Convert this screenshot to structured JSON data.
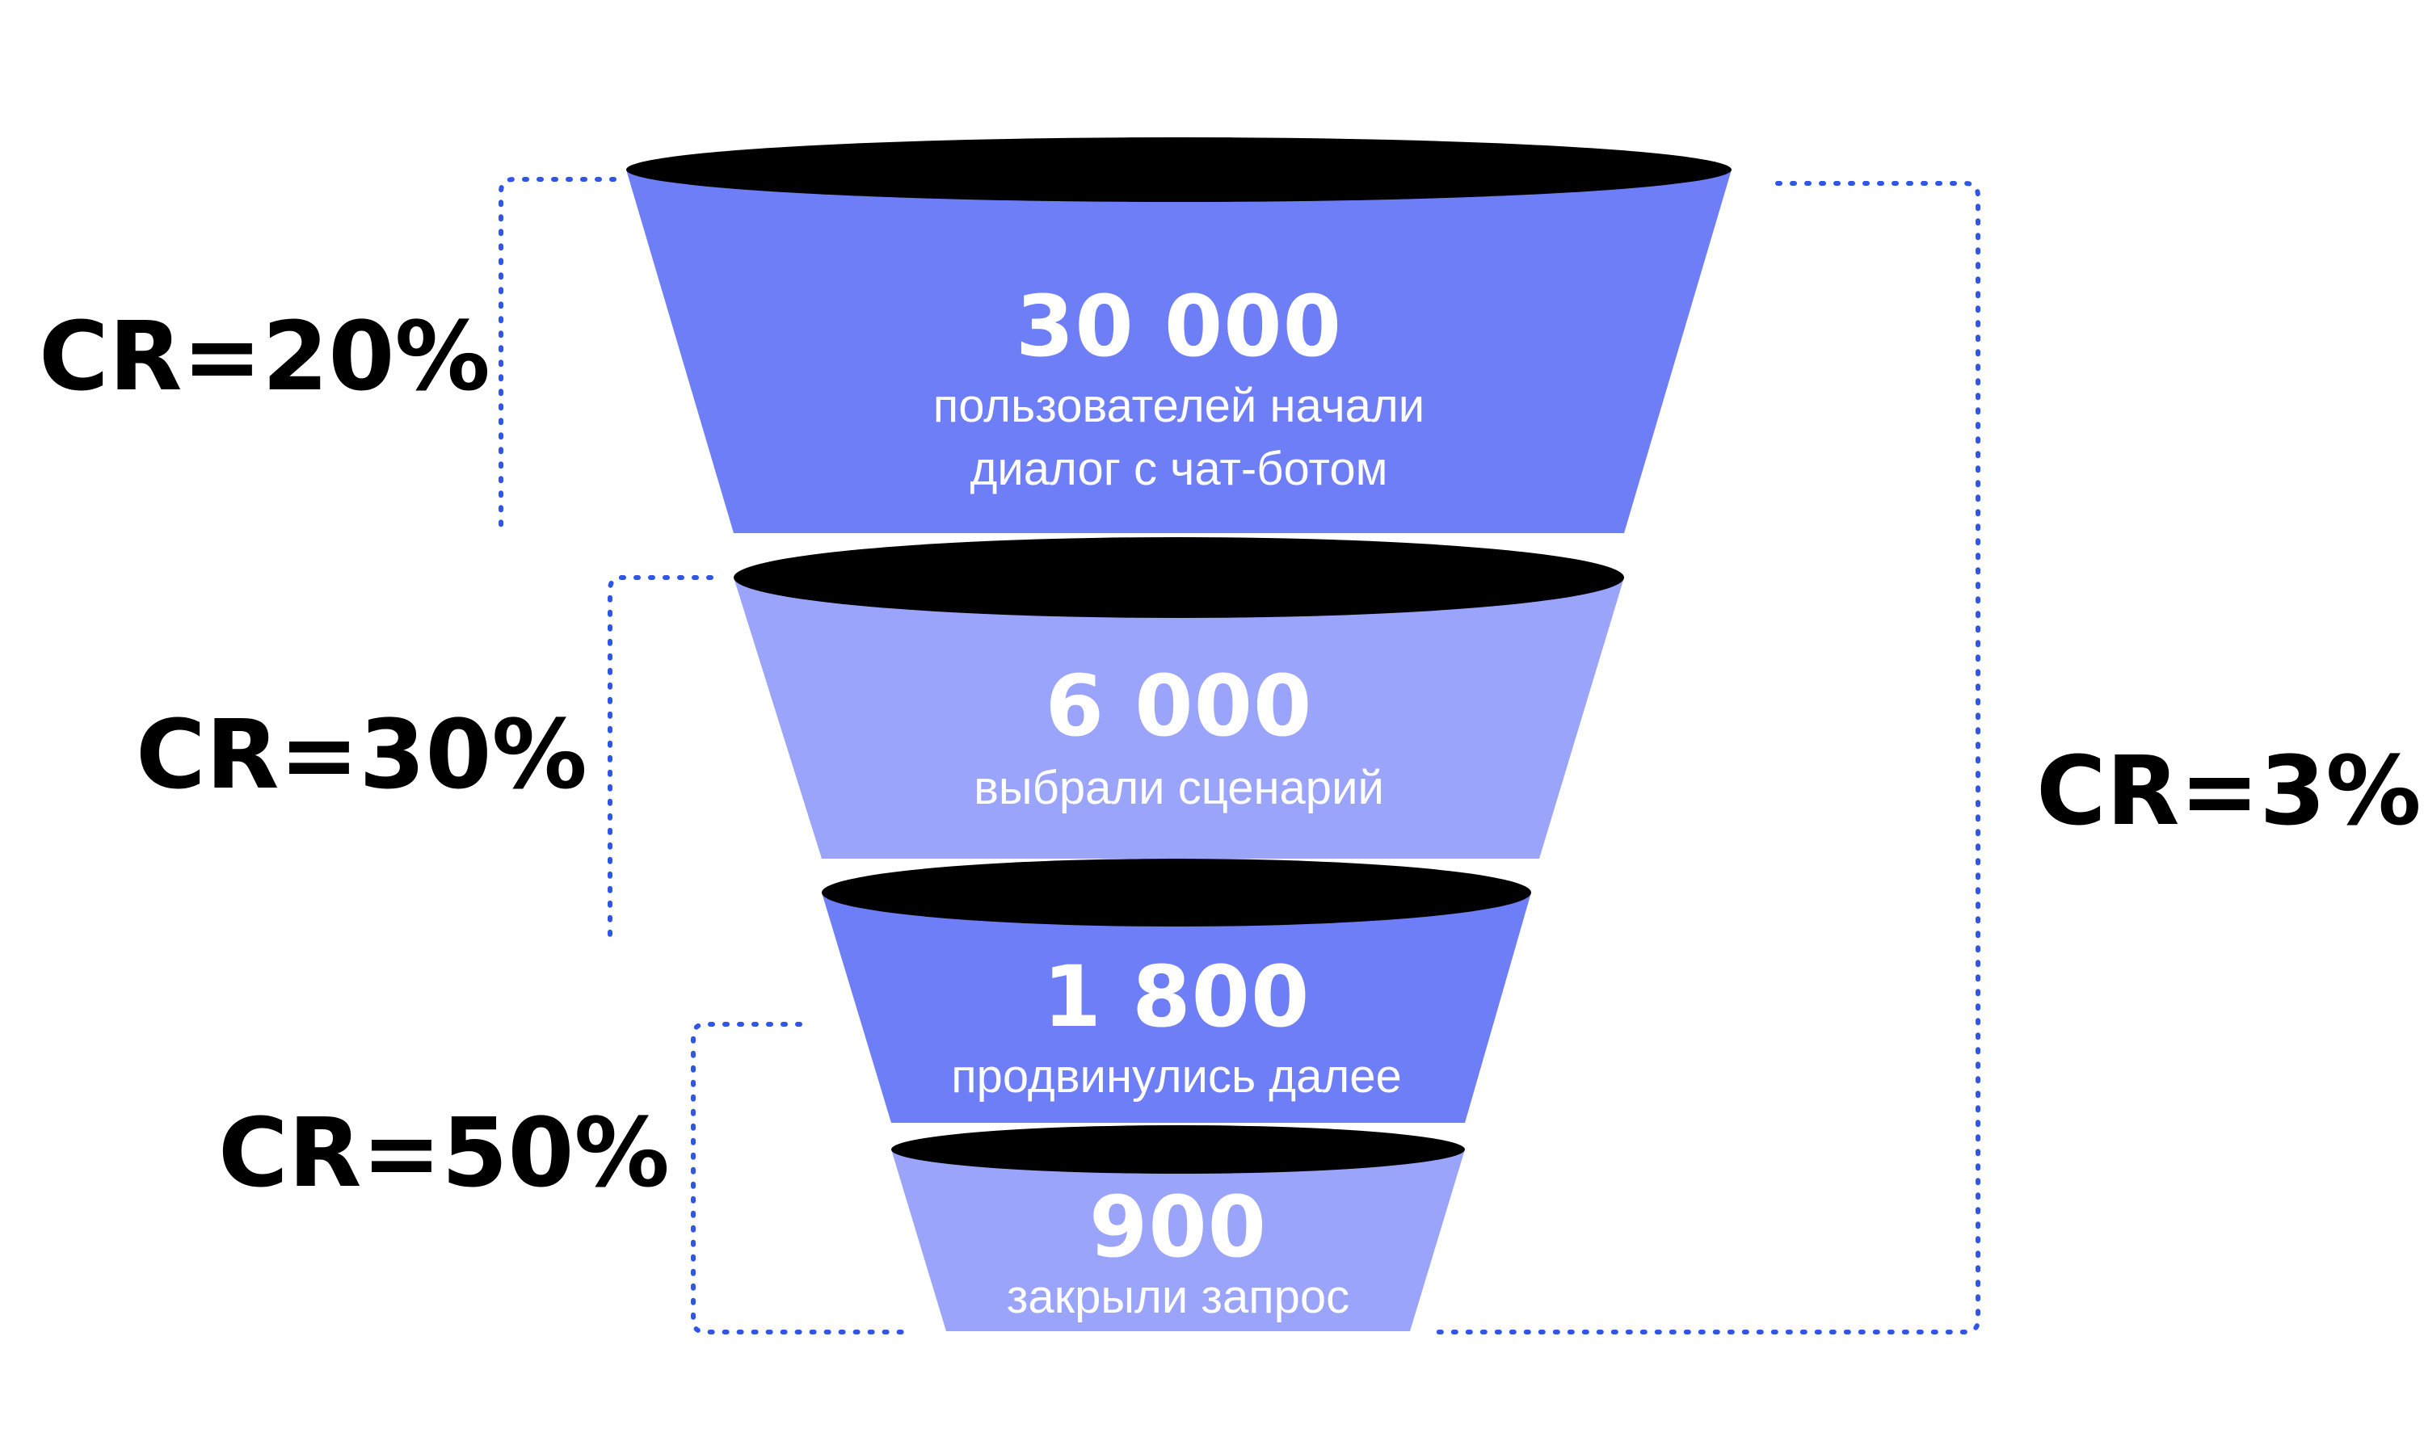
{
  "colors": {
    "stage_dark": "#6E7EF7",
    "stage_light": "#9BA4FB",
    "ellipse": "#000000",
    "bracket": "#2F56E6",
    "label": "#000000"
  },
  "stages": [
    {
      "value": "30 000",
      "line1": "пользователей начали",
      "line2": "диалог с чат-ботом",
      "users": 30000
    },
    {
      "value": "6 000",
      "line1": "выбрали сценарий",
      "line2": "",
      "users": 6000
    },
    {
      "value": "1 800",
      "line1": "продвинулись далее",
      "line2": "",
      "users": 1800
    },
    {
      "value": "900",
      "line1": "закрыли запрос",
      "line2": "",
      "users": 900
    }
  ],
  "conversions": {
    "step1": "CR=20%",
    "step2": "CR=30%",
    "step3": "CR=50%",
    "total": "CR=3%"
  }
}
